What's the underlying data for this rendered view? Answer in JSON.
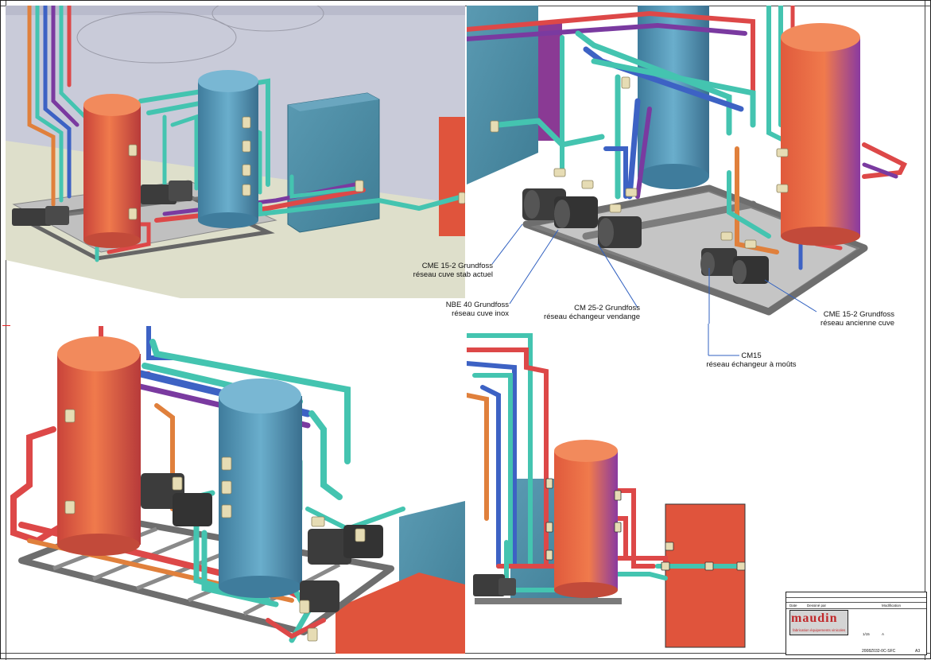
{
  "callouts": {
    "c1": {
      "line1": "CME 15-2 Grundfoss",
      "line2": "réseau cuve stab actuel"
    },
    "c2": {
      "line1": "NBE 40 Grundfoss",
      "line2": "réseau cuve inox"
    },
    "c3": {
      "line1": "CM 25-2 Grundfoss",
      "line2": "réseau échangeur vendange"
    },
    "c4": {
      "line1": "CME 15-2 Grundfoss",
      "line2": "réseau ancienne cuve"
    },
    "c5": {
      "line1": "CM15",
      "line2": "réseau échangeur à moûts"
    }
  },
  "title_block": {
    "logo_text": "maudin",
    "logo_subtitle": "fabrication équipements vinicoles",
    "drawing_number": "2008Z032-0C-SFC",
    "format": "A3",
    "rev": "A",
    "scale": "1/15",
    "col_date": "Date",
    "col_drawn": "Dessiné par",
    "modification": "Modification"
  },
  "colors": {
    "tank_red": "#e8643c",
    "tank_blue": "#4f93b5",
    "pipe_cyan": "#44c4b0",
    "pipe_blue": "#3d62c4",
    "pipe_purple": "#7a3aa0",
    "pipe_red": "#dd4848",
    "pipe_orange": "#e0803c",
    "box_red": "#e0543c",
    "box_blue": "#4a8aa0",
    "frame_grey": "#7a7a7a",
    "pump_dark": "#3c3c3c",
    "flange": "#e6dcb4"
  }
}
